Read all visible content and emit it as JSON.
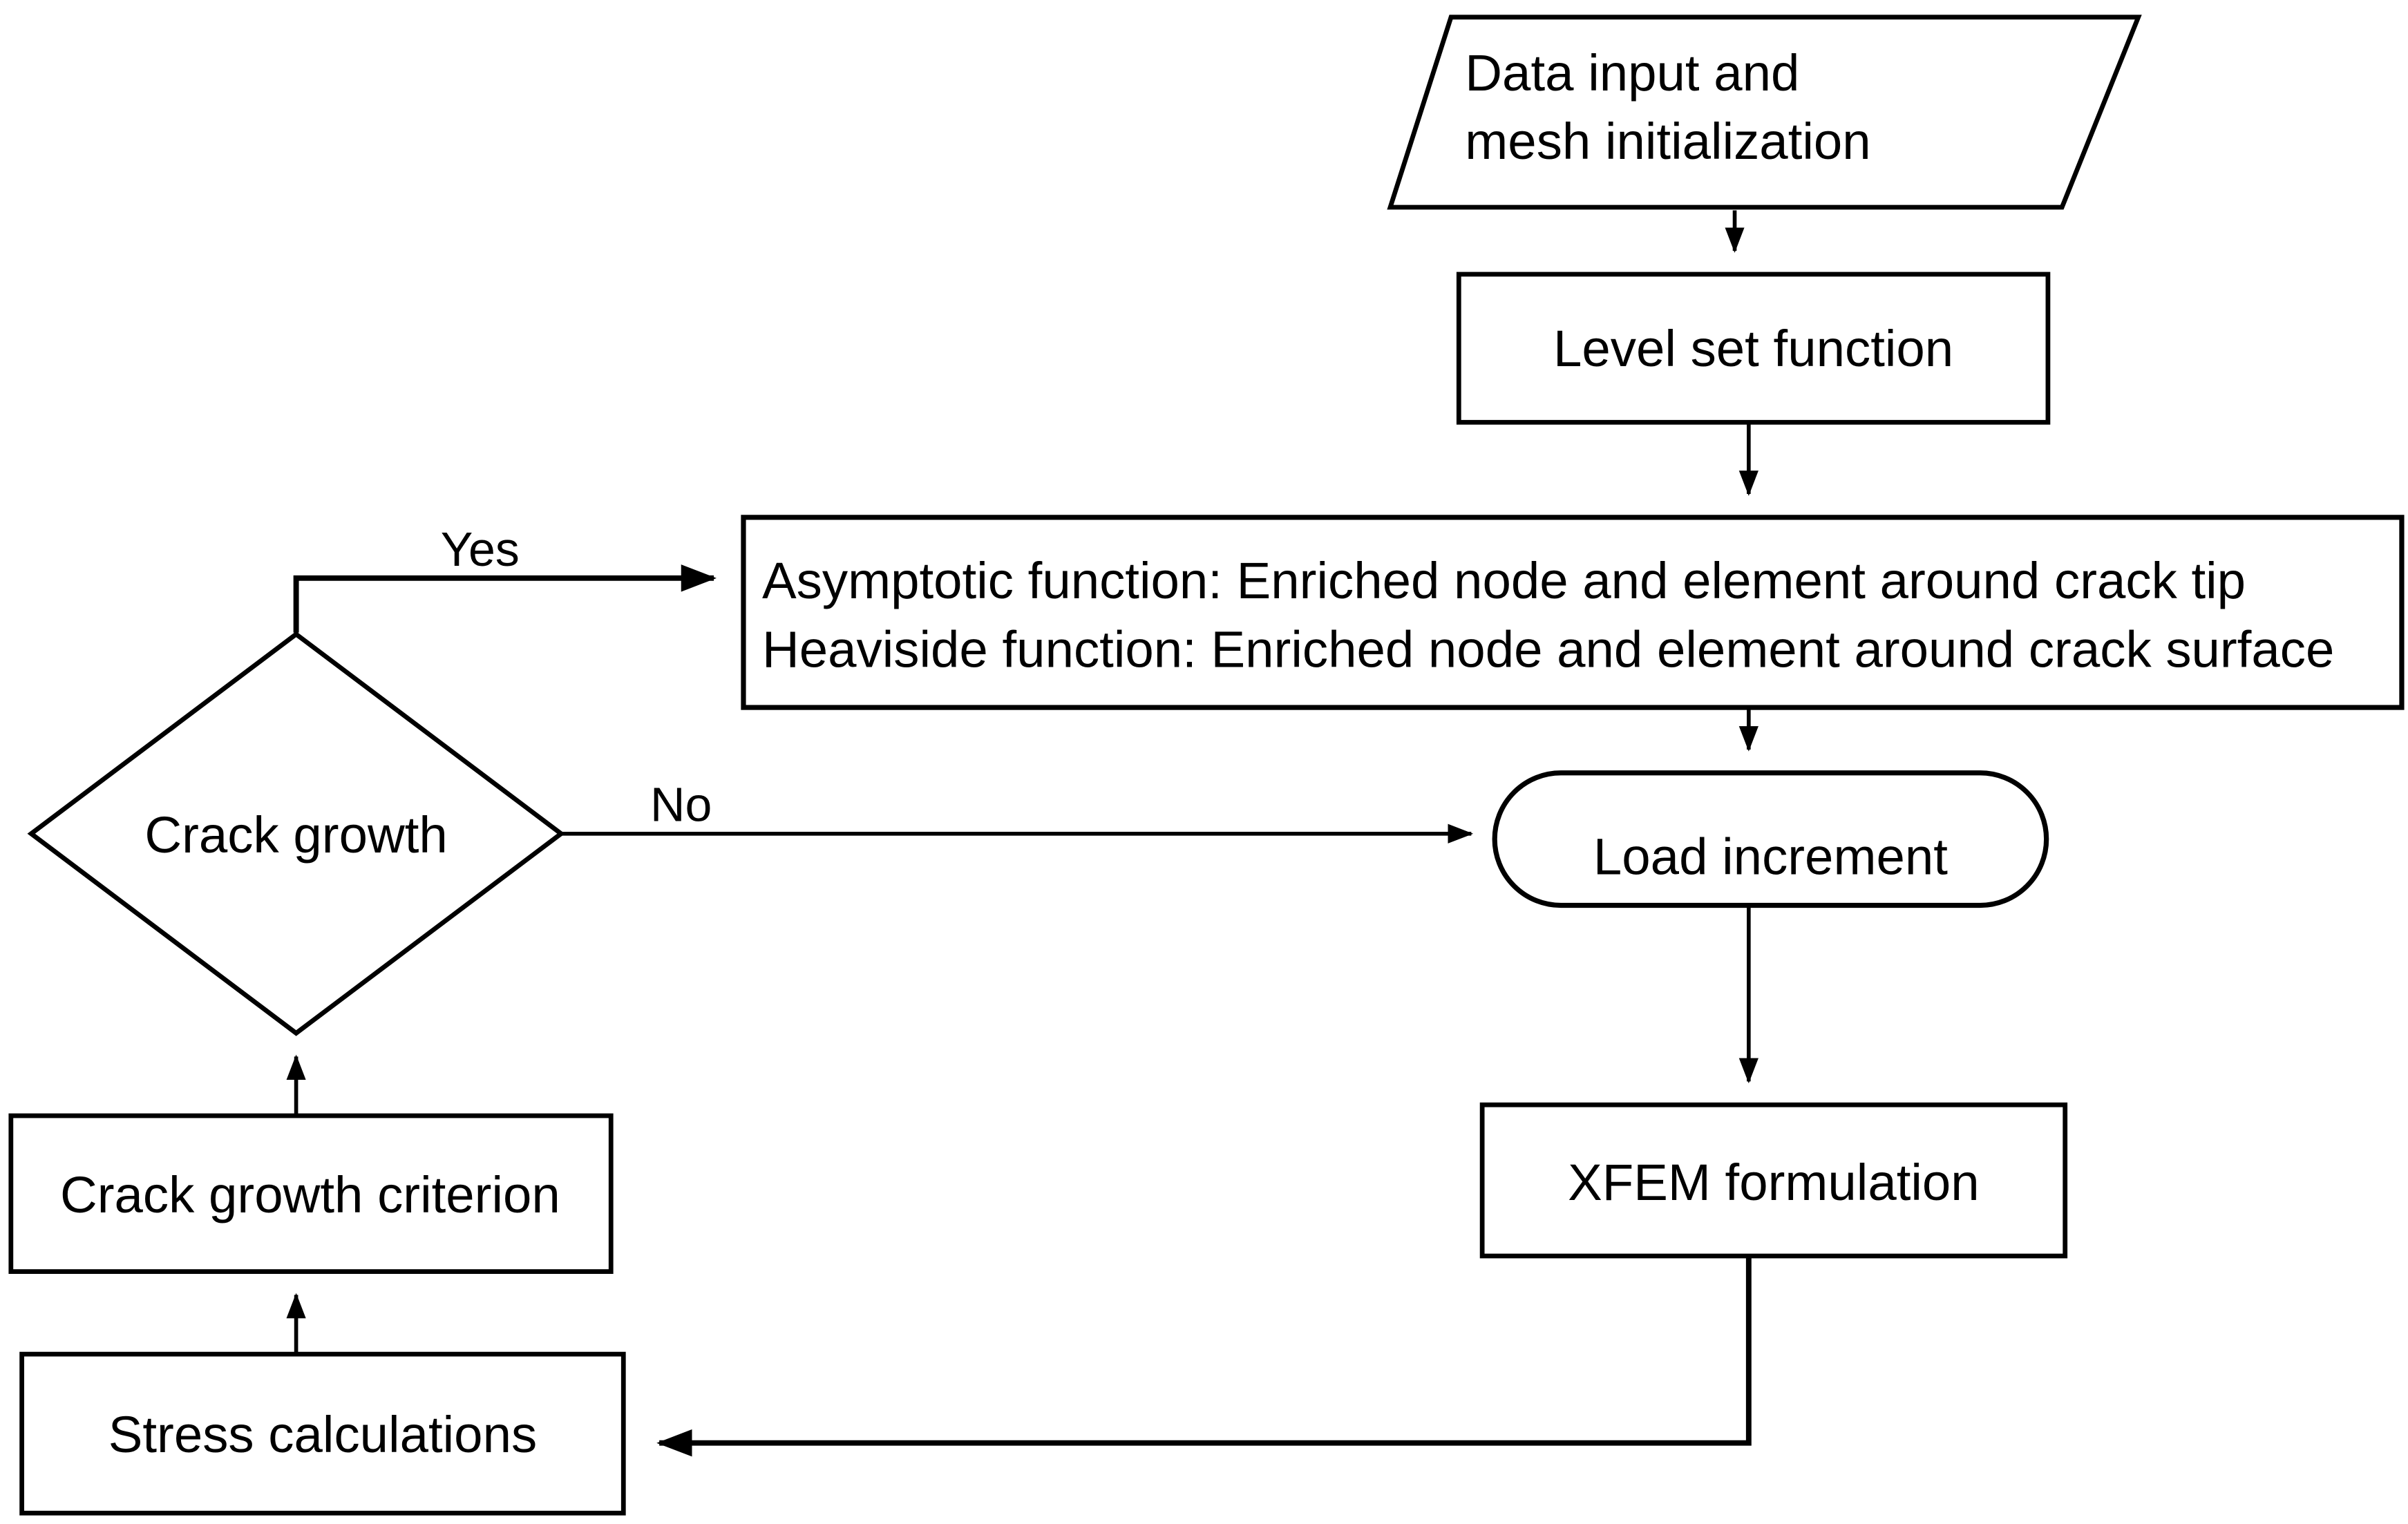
{
  "flowchart": {
    "colors": {
      "stroke": "#000000",
      "background": "#ffffff",
      "text": "#000000"
    },
    "nodes": {
      "data_input": {
        "shape": "parallelogram",
        "line1": "Data input and",
        "line2": "mesh initialization"
      },
      "level_set": {
        "shape": "rectangle",
        "label": "Level set function"
      },
      "enrichment": {
        "shape": "rectangle",
        "line1": "Asymptotic function: Enriched node and element around crack tip",
        "line2": "Heaviside function: Enriched node and element around crack surface"
      },
      "load_increment": {
        "shape": "stadium",
        "label": "Load increment"
      },
      "xfem_formulation": {
        "shape": "rectangle",
        "label": "XFEM formulation"
      },
      "stress_calculations": {
        "shape": "rectangle",
        "label": "Stress calculations"
      },
      "crack_growth_criterion": {
        "shape": "rectangle",
        "label": "Crack growth criterion"
      },
      "crack_growth_decision": {
        "shape": "diamond",
        "label": "Crack growth"
      }
    },
    "edge_labels": {
      "yes": "Yes",
      "no": "No"
    }
  }
}
